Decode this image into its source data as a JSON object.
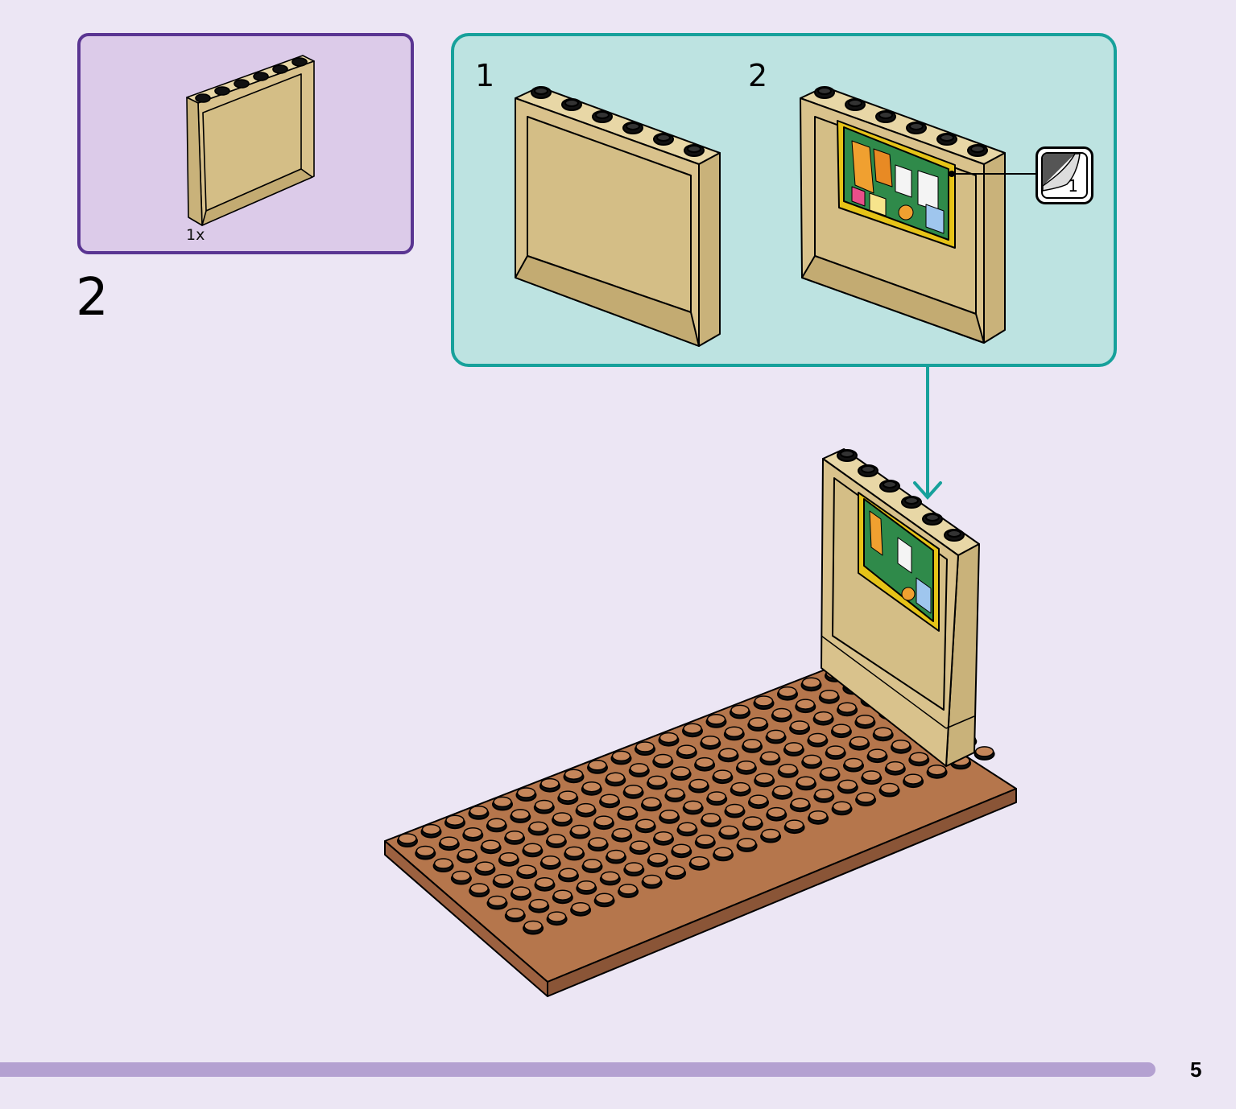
{
  "step": {
    "number": "2",
    "parts": [
      {
        "name": "wall-panel",
        "quantity": "1x",
        "color": "#d4be86"
      }
    ]
  },
  "subassembly": {
    "substeps": [
      {
        "number": "1"
      },
      {
        "number": "2"
      }
    ],
    "sticker_number": "1",
    "border_color": "#17a19b",
    "background_color": "#bde3e1"
  },
  "page": {
    "number": "5"
  },
  "colors": {
    "tan": "#d4be86",
    "plate_brown": "#b5764c",
    "bulletin_green": "#2f8a4a",
    "bulletin_frame": "#e6c317",
    "parts_border": "#5a3592",
    "arrow": "#17a19b"
  }
}
